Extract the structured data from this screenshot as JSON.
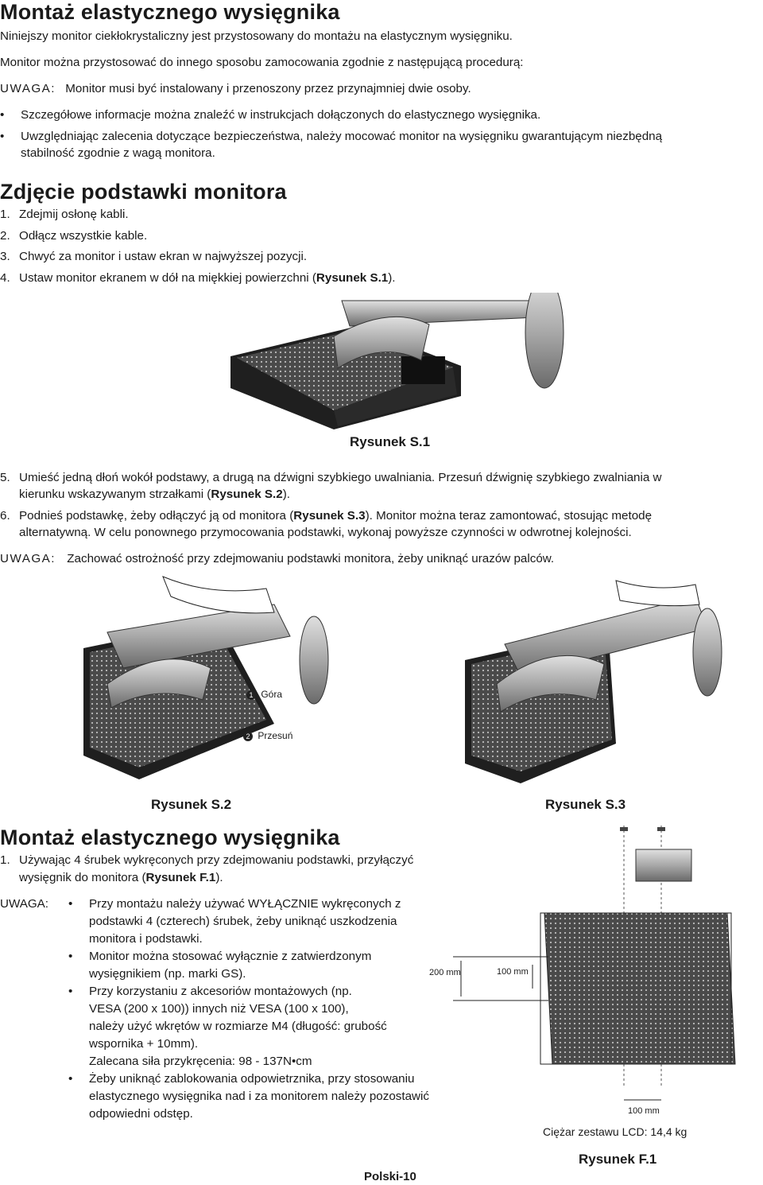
{
  "section1": {
    "title": "Montaż elastycznego wysięgnika",
    "para1": "Niniejszy monitor ciekłokrystaliczny jest przystosowany do montażu na elastycznym wysięgniku.",
    "para2": "Monitor można przystosować do innego sposobu zamocowania zgodnie z następującą procedurą:",
    "note_label": "UWAGA:",
    "note_text": "Monitor musi być instalowany i przenoszony przez przynajmniej dwie osoby.",
    "bullets": [
      "Szczegółowe informacje można znaleźć w instrukcjach dołączonych do elastycznego wysięgnika.",
      "Uwzględniając zalecenia dotyczące bezpieczeństwa, należy mocować monitor na wysięgniku gwarantującym niezbędną",
      "stabilność zgodnie z wagą monitora."
    ]
  },
  "section2": {
    "title": "Zdjęcie podstawki monitora",
    "steps": [
      {
        "num": "1.",
        "text": "Zdejmij osłonę kabli."
      },
      {
        "num": "2.",
        "text": "Odłącz wszystkie kable."
      },
      {
        "num": "3.",
        "text": "Chwyć za monitor i ustaw ekran w najwyższej pozycji."
      },
      {
        "num": "4.",
        "text_a": "Ustaw monitor ekranem w dół na miękkiej powierzchni (",
        "ref": "Rysunek S.1",
        "text_b": ")."
      }
    ],
    "fig1_caption": "Rysunek S.1",
    "step5": {
      "num": "5.",
      "line1": "Umieść jedną dłoń wokół podstawy, a drugą na dźwigni szybkiego uwalniania. Przesuń dźwignię szybkiego zwalniania w",
      "line2a": "kierunku wskazywanym strzałkami (",
      "ref": "Rysunek S.2",
      "line2b": ")."
    },
    "step6": {
      "num": "6.",
      "line1a": "Podnieś podstawkę, żeby odłączyć ją od monitora (",
      "ref": "Rysunek S.3",
      "line1b": "). Monitor można teraz zamontować, stosując metodę",
      "line2": "alternatywną. W celu ponownego przymocowania podstawki, wykonaj powyższe czynności w odwrotnej kolejności."
    },
    "note_label": "UWAGA:",
    "note_text": "Zachować ostrożność przy zdejmowaniu podstawki monitora, żeby uniknąć urazów palców.",
    "fig2_caption": "Rysunek S.2",
    "fig3_caption": "Rysunek S.3",
    "callout1_num": "1",
    "callout1": "Góra",
    "callout2_num": "2",
    "callout2": "Przesuń"
  },
  "section3": {
    "title": "Montaż elastycznego wysięgnika",
    "step1": {
      "num": "1.",
      "line1": "Używając 4 śrubek wykręconych przy zdejmowaniu podstawki, przyłączyć",
      "line2a": "wysięgnik do monitora (",
      "ref": "Rysunek F.1",
      "line2b": ")."
    },
    "note_label": "UWAGA:",
    "bullets": [
      [
        "Przy montażu należy używać WYŁĄCZNIE wykręconych z",
        "podstawki 4 (czterech) śrubek, żeby uniknąć uszkodzenia",
        "monitora i podstawki."
      ],
      [
        "Monitor można stosować wyłącznie z zatwierdzonym",
        "wysięgnikiem (np. marki GS)."
      ],
      [
        "Przy korzystaniu z akcesoriów montażowych (np.",
        "VESA (200 x 100)) innych niż VESA (100 x 100),",
        "należy użyć wkrętów w rozmiarze M4 (długość: grubość",
        "wspornika + 10mm).",
        "Zalecana siła przykręcenia: 98 - 137N•cm"
      ],
      [
        "Żeby uniknąć zablokowania odpowietrznika, przy stosowaniu",
        "elastycznego wysięgnika nad i za monitorem należy pozostawić",
        "odpowiedni odstęp."
      ]
    ],
    "dim_200": "200 mm",
    "dim_100a": "100 mm",
    "dim_100b": "100 mm",
    "weight": "Ciężar zestawu LCD: 14,4 kg",
    "fig_caption": "Rysunek F.1"
  },
  "footer": "Polski-10"
}
